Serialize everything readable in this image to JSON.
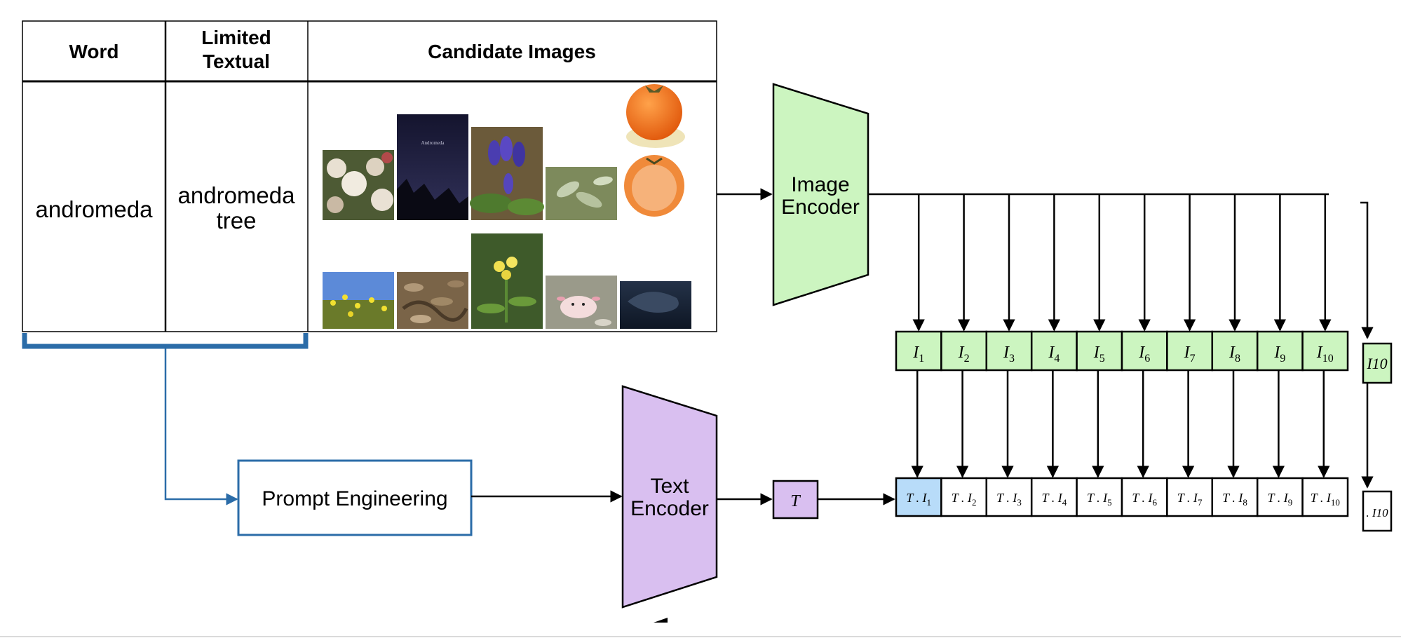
{
  "table": {
    "headers": [
      "Word",
      "Limited Textual",
      "Candidate Images"
    ],
    "word": "andromeda",
    "textual": "andromeda tree",
    "candidate_images": [
      {
        "name": "white-flower-shrub-thumbnail",
        "caption": ""
      },
      {
        "name": "night-sky-thumbnail",
        "caption": "Andromeda"
      },
      {
        "name": "purple-gentian-thumbnail",
        "caption": ""
      },
      {
        "name": "green-leaves-thumbnail",
        "caption": ""
      },
      {
        "name": "persimmon-fruit-thumbnail",
        "caption": ""
      },
      {
        "name": "yellow-wildflowers-thumbnail",
        "caption": ""
      },
      {
        "name": "leaf-litter-snake-thumbnail",
        "caption": ""
      },
      {
        "name": "yellow-flower-plant-thumbnail",
        "caption": ""
      },
      {
        "name": "axolotl-thumbnail",
        "caption": ""
      },
      {
        "name": "dark-water-animal-thumbnail",
        "caption": ""
      }
    ]
  },
  "prompt_engineering": "Prompt Engineering",
  "image_encoder": {
    "line1": "Image",
    "line2": "Encoder"
  },
  "text_encoder": {
    "line1": "Text",
    "line2": "Encoder"
  },
  "text_embedding": "T",
  "image_embeddings": [
    "1",
    "2",
    "3",
    "4",
    "5",
    "6",
    "7",
    "8",
    "9",
    "10"
  ],
  "image_embedding_symbol": "I",
  "similarity_prefix": "T . I",
  "partial_labels": {
    "image": "I10",
    "similarity": ". I10"
  },
  "highlight_index": 0,
  "colors": {
    "green": "#ccf5c0",
    "purple": "#d9bff0",
    "blue_highlight": "#b8dcf9",
    "bracket_blue": "#2b6ca8"
  }
}
